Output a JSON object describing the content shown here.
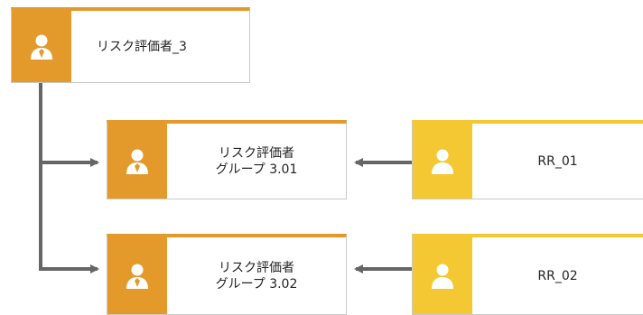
{
  "colors": {
    "role_orange": "#e49a2a",
    "performer_yellow": "#f4c832",
    "connector_gray": "#666666",
    "border_gray": "#c9c9c9"
  },
  "nodes": {
    "top": {
      "icon": "person-tie-icon",
      "label": "リスク評価者_3"
    },
    "group1": {
      "icon": "person-tie-icon",
      "line1": "リスク評価者",
      "line2": "グループ 3.01"
    },
    "group2": {
      "icon": "person-tie-icon",
      "line1": "リスク評価者",
      "line2": "グループ 3.02"
    },
    "rr1": {
      "icon": "person-icon",
      "label": "RR_01"
    },
    "rr2": {
      "icon": "person-icon",
      "label": "RR_02"
    }
  }
}
